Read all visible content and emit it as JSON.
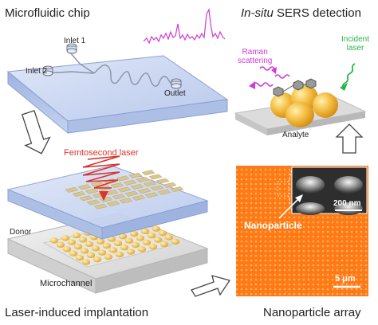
{
  "panels": {
    "chip": {
      "title": "Microfluidic chip",
      "inlet1": "Inlet 1",
      "inlet2": "Inlet 2",
      "outlet": "Outlet"
    },
    "sers": {
      "title_italic": "In-situ",
      "title_rest": " SERS detection",
      "raman": [
        "Raman",
        "scattering"
      ],
      "incident": [
        "Incident",
        "laser"
      ],
      "analyte": "Analyte"
    },
    "implantation": {
      "title": "Laser-induced implantation",
      "laser": "Femtosecond laser",
      "donor": "Donor",
      "microchannel": "Microchannel"
    },
    "array": {
      "title": "Nanoparticle array",
      "nanoparticle": "Nanoparticle",
      "scale_inset": "200 nm",
      "scale_main": "5 μm"
    }
  },
  "colors": {
    "chip_glass": "#c9d7f2",
    "spectrum": "#d23ad6",
    "laser_red": "#d9342b",
    "incident_green": "#2bb24a",
    "gold": "#f2b93b",
    "array_orange": "#ff7a1a"
  },
  "icons": [
    "flow-arrow-down-icon",
    "flow-arrow-right-icon",
    "flow-arrow-up-icon"
  ]
}
